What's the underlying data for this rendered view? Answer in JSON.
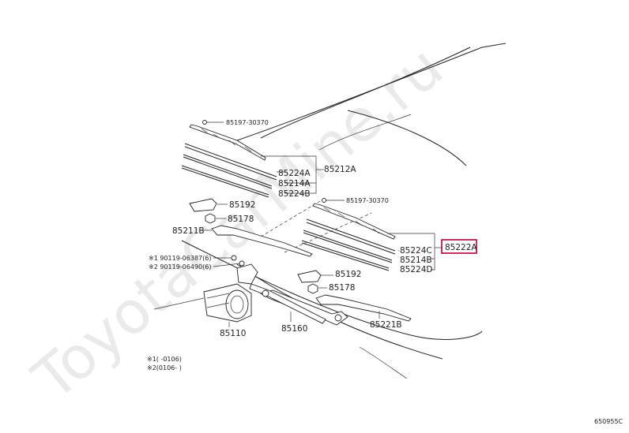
{
  "watermark": "ToyotaCarMine.ru",
  "diagram_code": "650955C",
  "highlight_color": "#b0003a",
  "labels": {
    "clip_left": "85197-30370",
    "clip_right": "85197-30370",
    "left_85224a": "85224A",
    "left_85214a": "85214A",
    "left_85224b": "85224B",
    "left_85212a": "85212A",
    "left_85192": "85192",
    "left_85178": "85178",
    "left_85211b": "85211B",
    "bolt_1": "※1 90119-06387(6)",
    "bolt_2": "※2 90119-06490(6)",
    "motor": "85110",
    "linkage": "85160",
    "right_85224c": "85224C",
    "right_85214b": "85214B",
    "right_85224d": "85224D",
    "right_85222a": "85222A",
    "right_85192": "85192",
    "right_85178": "85178",
    "right_85221b": "85221B",
    "note_1": "※1(    -0106)",
    "note_2": "※2(0106-    )"
  }
}
